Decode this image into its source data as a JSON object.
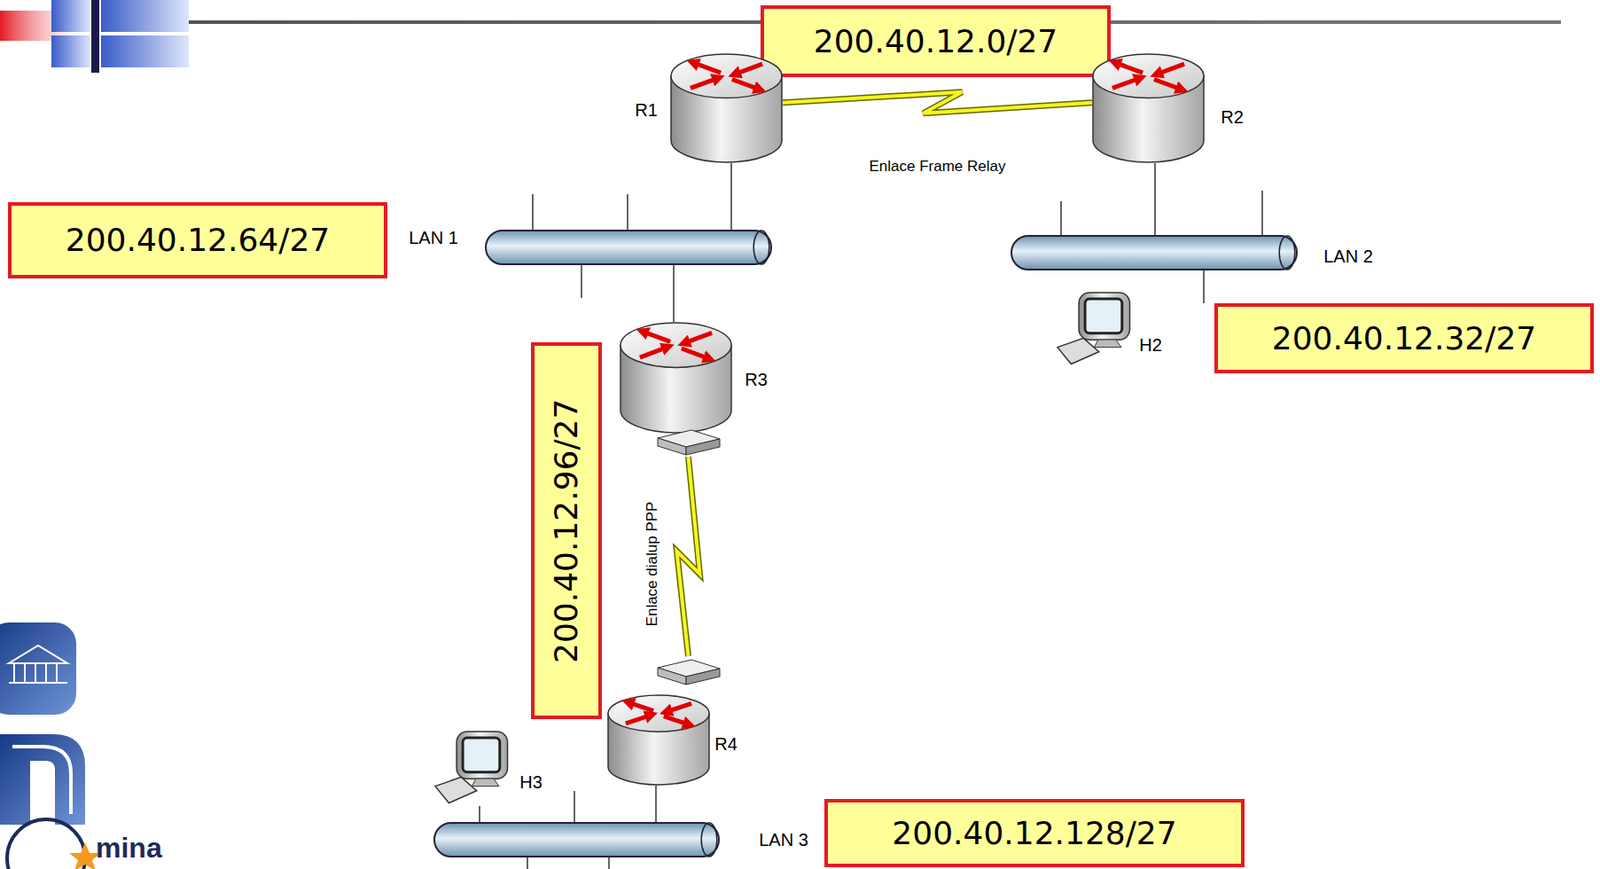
{
  "diagram": {
    "nodes": [
      {
        "text": [
          "200.40.12.0/27"
        ]
      },
      {
        "text": [
          "R1"
        ]
      },
      {
        "text": [
          "R2"
        ]
      },
      {
        "text": [
          "200.40.12.64/27"
        ]
      },
      {
        "text": [
          "LAN 1"
        ]
      },
      {
        "text": [
          "LAN 2"
        ]
      },
      {
        "text": [
          "H2"
        ]
      },
      {
        "text": [
          "200.40.12.32/27"
        ]
      },
      {
        "text": [
          "R3"
        ]
      },
      {
        "text": [
          "200.40.12.96/27"
        ]
      },
      {
        "text": [
          "R4"
        ]
      },
      {
        "text": [
          "H3"
        ]
      },
      {
        "text": [
          "LAN 3"
        ]
      },
      {
        "text": [
          "200.40.12.128/27"
        ]
      }
    ],
    "edges": [
      {
        "from": 1,
        "to": 2,
        "arrow": "none",
        "label": "Enlace Frame Relay"
      },
      {
        "from": 1,
        "to": 4,
        "arrow": "none"
      },
      {
        "from": 2,
        "to": 5,
        "arrow": "none"
      },
      {
        "from": 4,
        "to": 8,
        "arrow": "none"
      },
      {
        "from": 8,
        "to": 10,
        "arrow": "none",
        "label": "Enlace dialup PPP"
      },
      {
        "from": 10,
        "to": 12,
        "arrow": "none"
      },
      {
        "from": 11,
        "to": 12,
        "arrow": "none"
      }
    ],
    "labels": [
      "mina"
    ]
  }
}
